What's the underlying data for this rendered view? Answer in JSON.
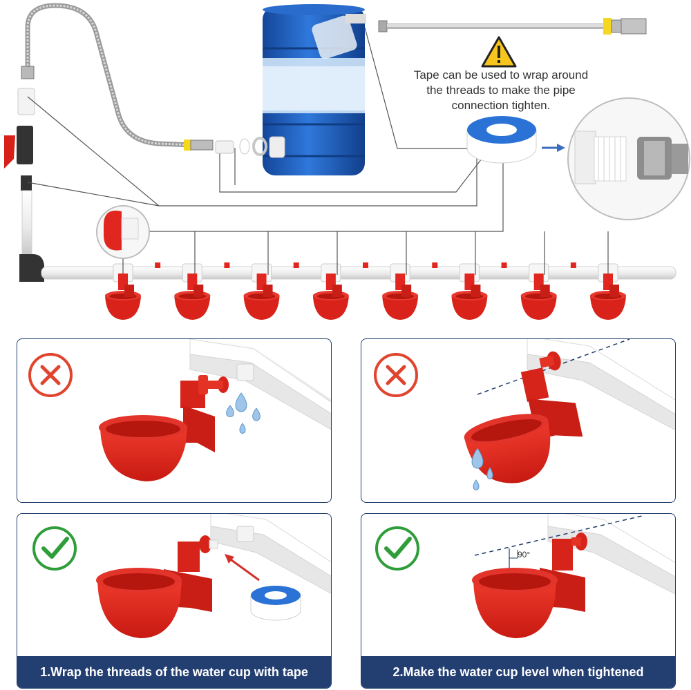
{
  "warning": {
    "icon": "warning-triangle-icon",
    "lines": [
      "Tape can be used to wrap around",
      "the threads to make the pipe",
      "connection tighten."
    ]
  },
  "panels": {
    "wrong_leak": {
      "status": "wrong",
      "icon": "cross-circle-icon"
    },
    "wrong_tilt": {
      "status": "wrong",
      "icon": "cross-circle-icon"
    },
    "correct_tape": {
      "status": "correct",
      "icon": "check-circle-icon",
      "caption": "1.Wrap the threads of the water cup with tape"
    },
    "correct_level": {
      "status": "correct",
      "icon": "check-circle-icon",
      "caption": "2.Make the water cup level when tightened",
      "angle_label": "90°"
    }
  },
  "colors": {
    "barrel": "#1c5fc4",
    "cup_red": "#e0261e",
    "pipe_white": "#f2f2f2",
    "caption_bg": "#233f72",
    "wrong_icon": "#e0442e",
    "correct_icon": "#2f9e3a",
    "warning_yellow": "#f7c51e"
  },
  "drinker_cups_count": 8
}
